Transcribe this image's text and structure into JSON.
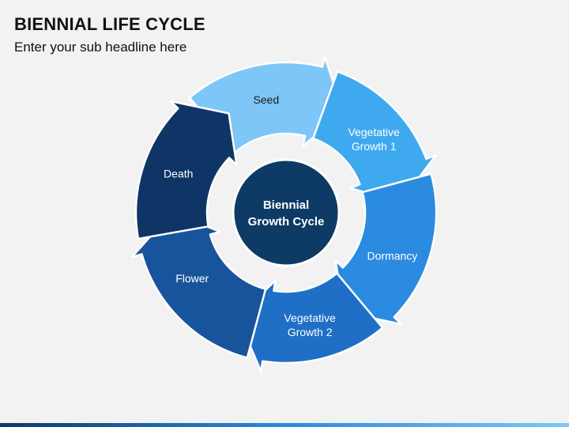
{
  "header": {
    "title": "BIENNIAL LIFE CYCLE",
    "subtitle": "Enter your sub headline here"
  },
  "center": {
    "label_line1": "Biennial",
    "label_line2": "Growth Cycle",
    "color": "#0d3b66"
  },
  "stages": [
    {
      "line1": "Seed",
      "line2": "",
      "color": "#7ec6f7",
      "text_color": "#1a1a1a"
    },
    {
      "line1": "Vegetative",
      "line2": "Growth 1",
      "color": "#3fa9ef",
      "text_color": "#ffffff"
    },
    {
      "line1": "Dormancy",
      "line2": "",
      "color": "#2b8be0",
      "text_color": "#ffffff"
    },
    {
      "line1": "Vegetative",
      "line2": "Growth 2",
      "color": "#1f6fc6",
      "text_color": "#ffffff"
    },
    {
      "line1": "Flower",
      "line2": "",
      "color": "#18549c",
      "text_color": "#ffffff"
    },
    {
      "line1": "Death",
      "line2": "",
      "color": "#0e3566",
      "text_color": "#ffffff"
    }
  ],
  "bottom_bar_colors": [
    "#0d3b66",
    "#2b8be0",
    "#7ec6f7"
  ]
}
